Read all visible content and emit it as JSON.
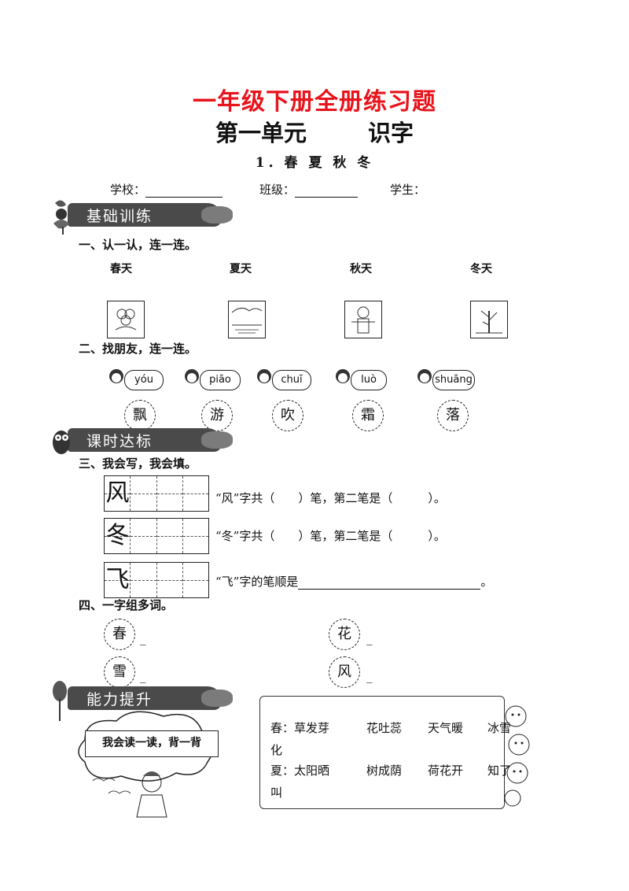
{
  "title": "一年级下册全册练习题",
  "unit": {
    "name": "第一单元",
    "topic": "识字"
  },
  "lesson": "1．春 夏 秋 冬",
  "info": {
    "school": "学校：",
    "class": "班级：",
    "student": "学生："
  },
  "banners": {
    "basic": "基础训练",
    "lesson": "课时达标",
    "ability": "能力提升"
  },
  "q1": {
    "heading": "一、认一认，连一连。",
    "seasons": [
      "春天",
      "夏天",
      "秋天",
      "冬天"
    ]
  },
  "q2": {
    "heading": "二、找朋友，连一连。",
    "pinyin": [
      "yóu",
      "piāo",
      "chuī",
      "luò",
      "shuāng"
    ],
    "chars": [
      "飘",
      "游",
      "吹",
      "霜",
      "落"
    ]
  },
  "q3": {
    "heading": "三、我会写，我会填。",
    "rows": [
      {
        "char": "风",
        "text": "“风”字共（　　）笔，第二笔是（　　　）。"
      },
      {
        "char": "冬",
        "text": "“冬”字共（　　）笔，第二笔是（　　　）。"
      },
      {
        "char": "飞",
        "text": "“飞”字的笔顺是",
        "end": "。"
      }
    ]
  },
  "q4": {
    "heading": "四、一字组多词。",
    "chars": [
      "春",
      "花",
      "雪",
      "风"
    ],
    "blank": "_"
  },
  "reading": {
    "label": "我会读一读，背一背",
    "lines": [
      {
        "p": "春：",
        "w": [
          "草发芽",
          "花吐蕊",
          "天气暖",
          "冰雪"
        ],
        "cont": "化"
      },
      {
        "p": "夏：",
        "w": [
          "太阳晒",
          "树成荫",
          "荷花开",
          "知了"
        ],
        "cont": "叫"
      }
    ]
  },
  "colors": {
    "title": "#e8141c",
    "banner": "#4a4a4a"
  }
}
